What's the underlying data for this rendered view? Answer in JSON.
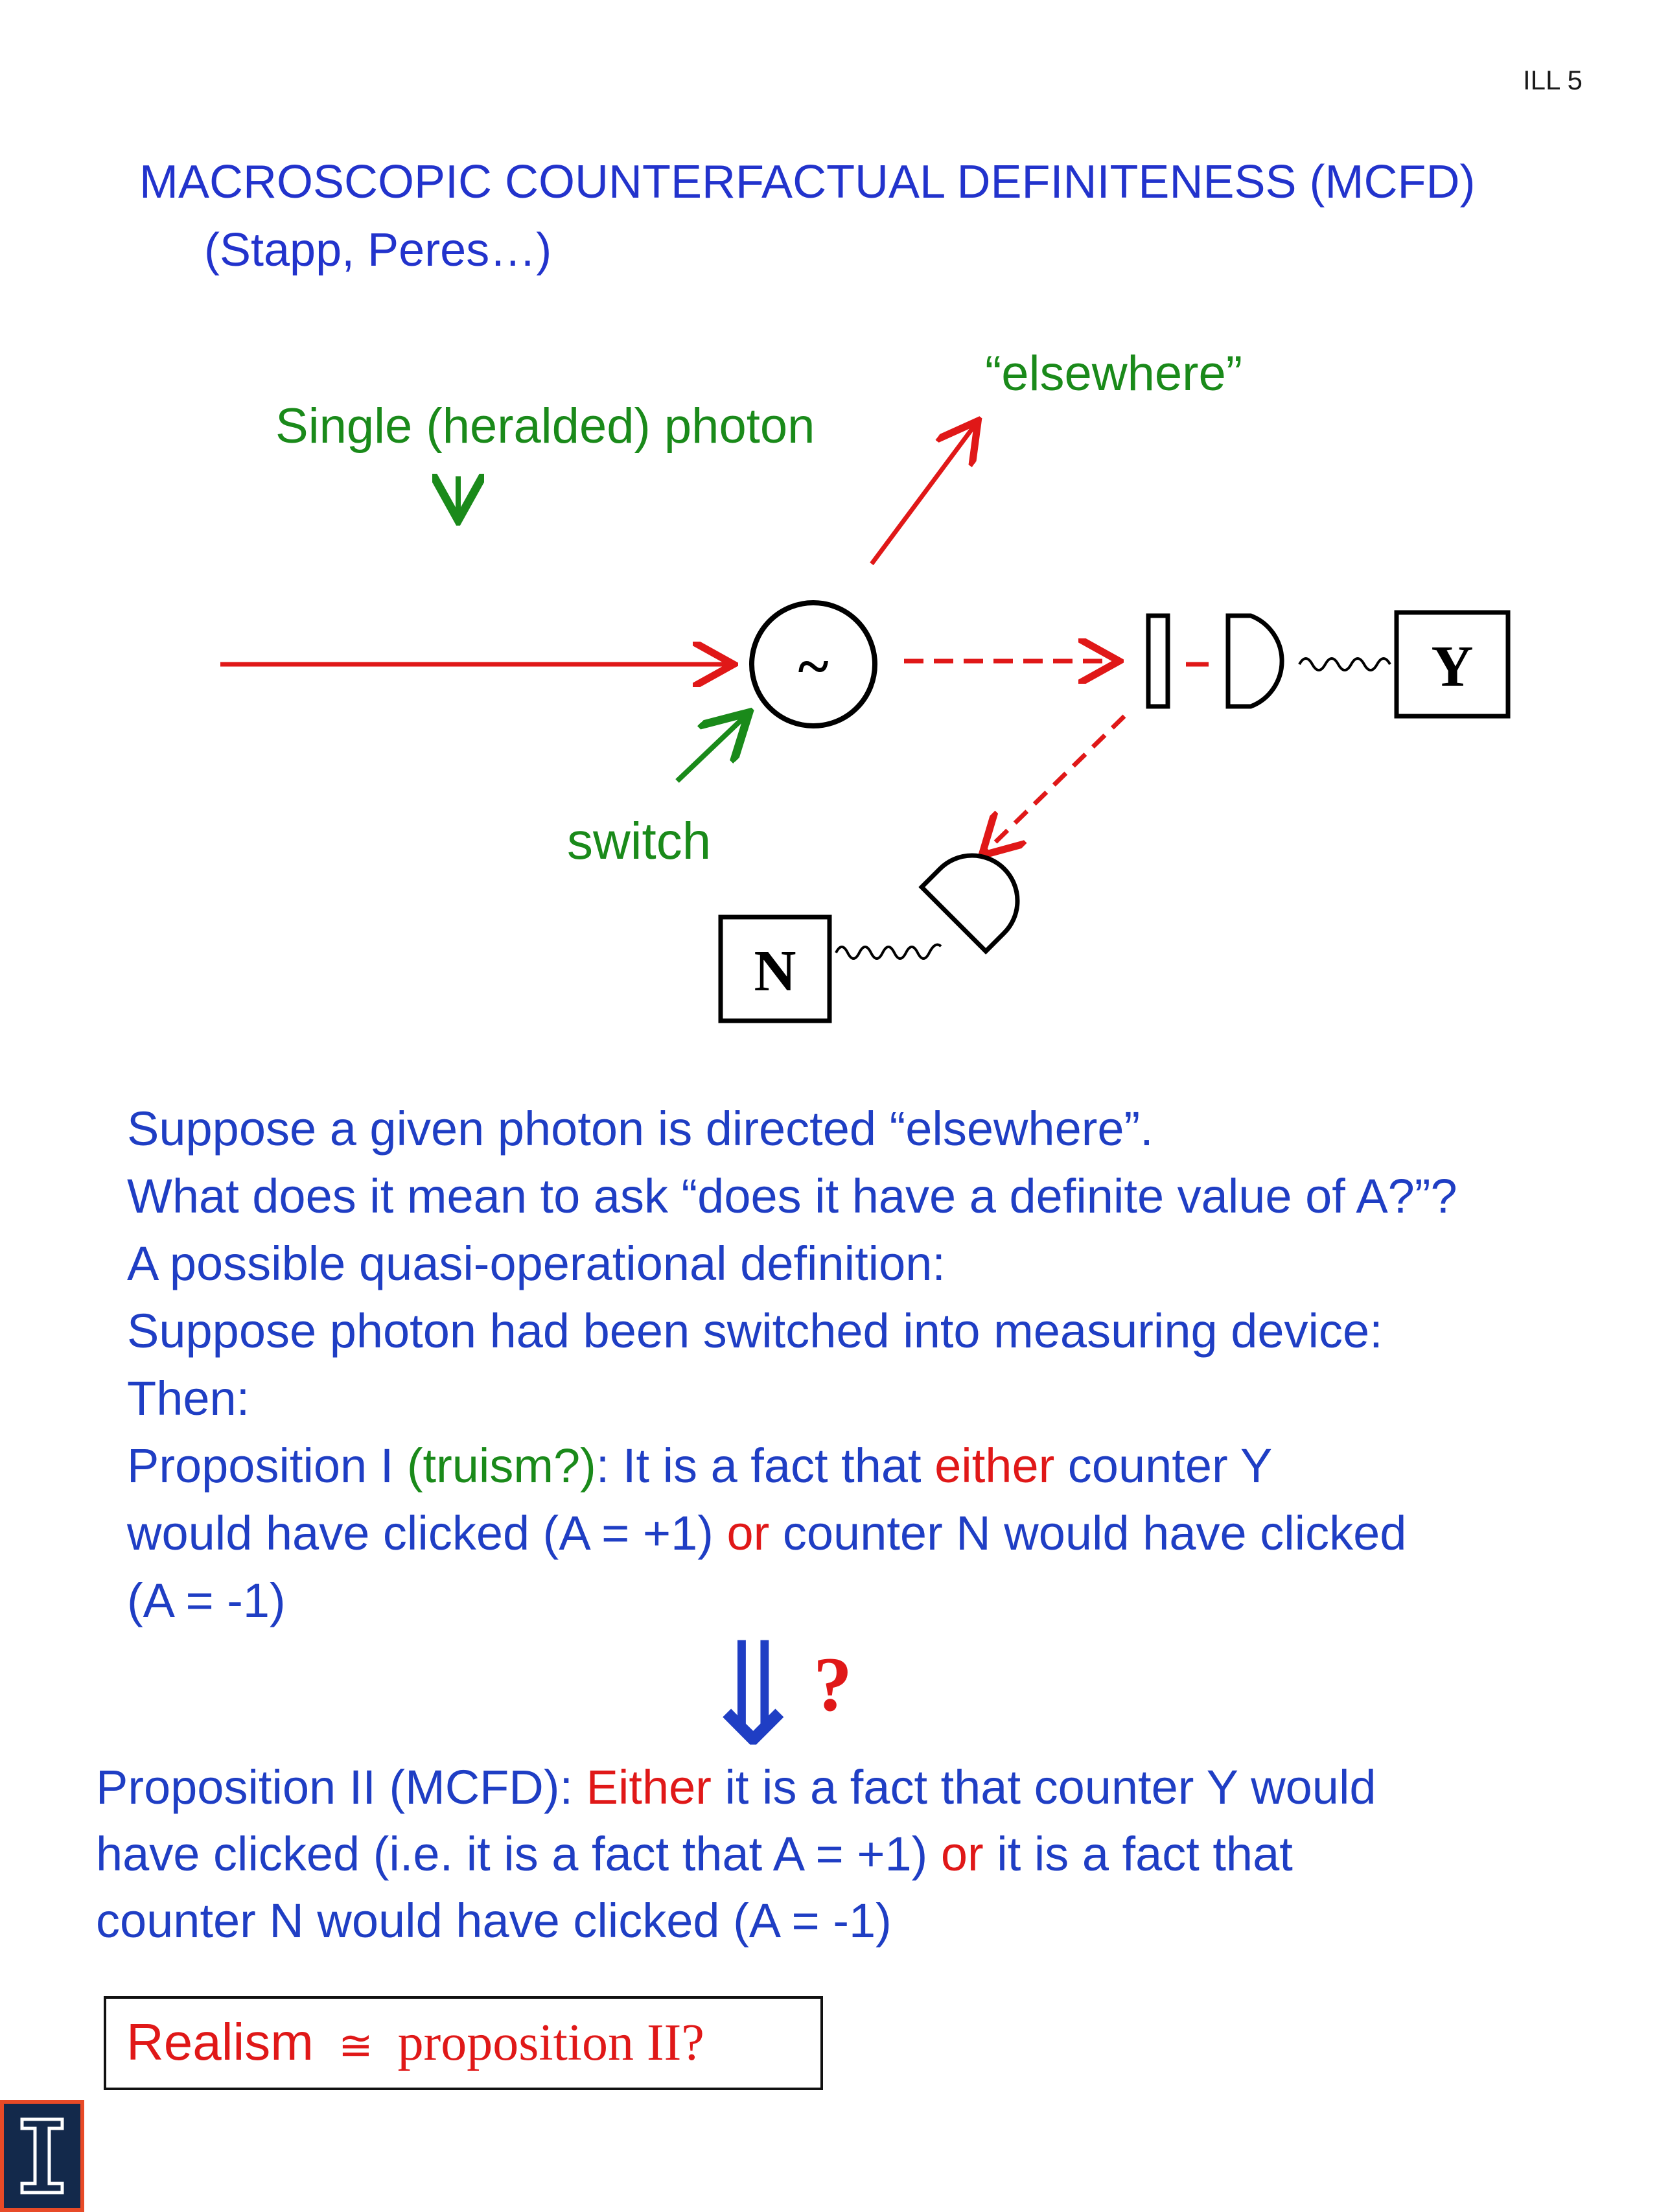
{
  "slide_id": "ILL 5",
  "title": "MACROSCOPIC COUNTERFACTUAL DEFINITENESS (MCFD)",
  "subtitle": "(Stapp, Peres…)",
  "diagram": {
    "photon_label": "Single (heralded) photon",
    "elsewhere_label": "“elsewhere”",
    "switch_label": "switch",
    "switch_symbol": "~",
    "counter_y": "Y",
    "counter_n": "N",
    "colors": {
      "beam": "#e01818",
      "label": "#1a8a1a",
      "device": "#000000"
    }
  },
  "body": {
    "line1": "Suppose a given photon is directed “elsewhere”.",
    "line2": "What does it mean to ask “does it have a definite value of A?”?",
    "line3": "A possible quasi-operational definition:",
    "line4": "Suppose photon had been switched into measuring device:",
    "line5": "Then:",
    "prop1": {
      "part_a": "Proposition I ",
      "part_b": "(truism?)",
      "part_c": ": It is a fact that ",
      "part_d": "either",
      "part_e": " counter Y",
      "line2_a": "would have clicked (A = +1) ",
      "line2_b": "or",
      "line2_c": " counter  N would have clicked",
      "line3": "(A = -1)"
    }
  },
  "implication": {
    "arrow": "⇓",
    "question": "?"
  },
  "prop2": {
    "l1_a": "Proposition II (MCFD): ",
    "l1_b": "Either",
    "l1_c": " it is a fact that counter Y would",
    "l2_a": "have clicked (i.e. it is a fact that A = +1) ",
    "l2_b": "or",
    "l2_c": " it is a fact that",
    "l3": "counter N would have clicked (A = -1)"
  },
  "conclusion": {
    "realism": "Realism",
    "approx": "≅",
    "rest": "proposition II?"
  },
  "logo": {
    "letter": "I",
    "colors": {
      "navy": "#13294b",
      "orange": "#e84a27"
    }
  }
}
